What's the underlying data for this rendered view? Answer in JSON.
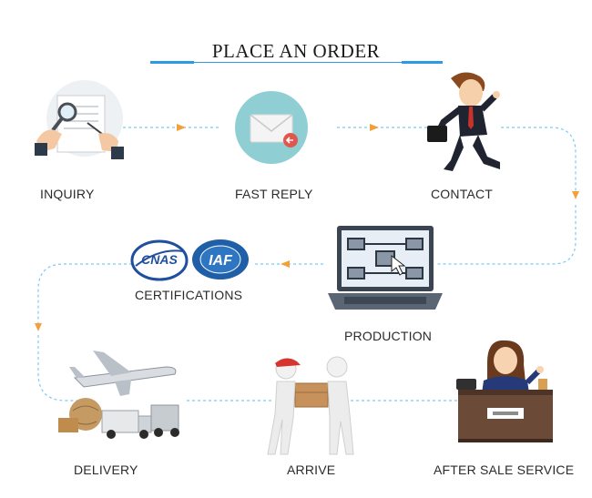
{
  "title": "PLACE AN ORDER",
  "colors": {
    "accent": "#2d9ae3",
    "arrow": "#f2a03b",
    "dash": "#7ccaf2"
  },
  "steps": [
    {
      "label": "INQUIRY"
    },
    {
      "label": "FAST REPLY"
    },
    {
      "label": "CONTACT"
    },
    {
      "label": "PRODUCTION"
    },
    {
      "label": "CERTIFICATIONS"
    },
    {
      "label": "DELIVERY"
    },
    {
      "label": "ARRIVE"
    },
    {
      "label": "AFTER SALE SERVICE"
    }
  ],
  "logos": {
    "cnas": "CNAS",
    "iaf": "IAF"
  }
}
